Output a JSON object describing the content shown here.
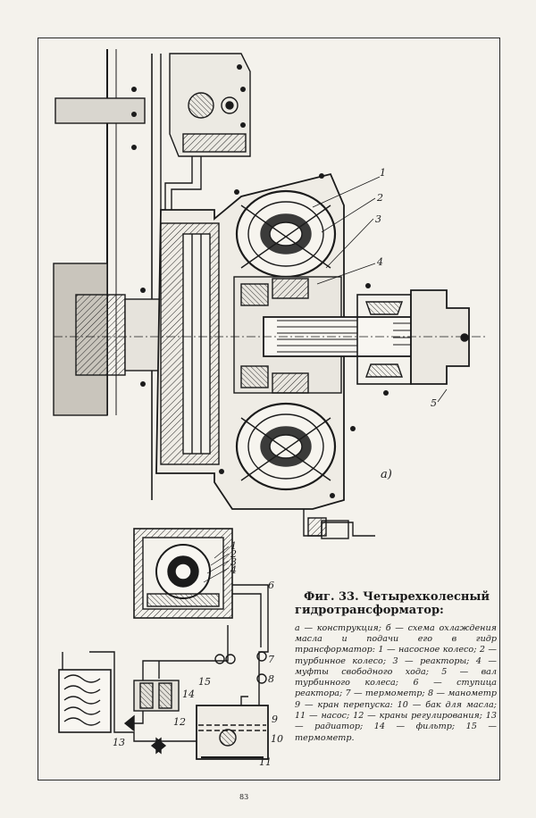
{
  "figure": {
    "title": "Фиг. 33. Четырехколесный гидротрансформатор:",
    "description": "а — конструкция; б — схема охлаждения масла и подачи его в гидр трансформатор: 1 — насосное колесо; 2 — турбинное колесо; 3 — реакторы; 4 — муфты свободного хода; 5 — вал турбинного колеса; 6 — ступица реактора; 7 — термометр; 8 — манометр 9 — кран перепуска: 10 — бак для масла; 11 — насос; 12 — краны регулирования; 13 — радиатор; 14 — фильтр; 15 — термометр.",
    "panel_a_label": "а)",
    "page_mark": "83"
  },
  "top_callouts": [
    "1",
    "2",
    "3",
    "4",
    "5"
  ],
  "bottom_callouts": [
    "1",
    "2",
    "3",
    "4",
    "6",
    "7",
    "8",
    "9",
    "10",
    "11",
    "12",
    "13",
    "14",
    "15"
  ]
}
